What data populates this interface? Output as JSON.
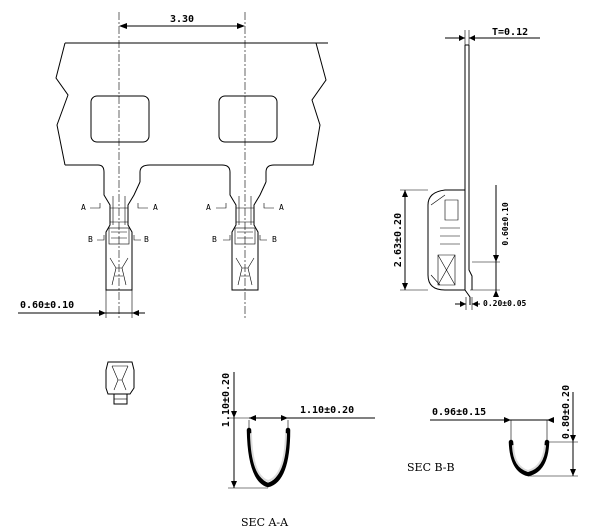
{
  "dimensions": {
    "pitch": "3.30",
    "thickness": "T=0.12",
    "tail_width": "0.60±0.10",
    "side_height": "2.63±0.20",
    "side_offset": "0.60±0.10",
    "side_foot": "0.20±0.05",
    "sec_aa_height": "1.10±0.20",
    "sec_aa_width": "1.10±0.20",
    "sec_bb_width": "0.96±0.15",
    "sec_bb_height": "0.80±0.20"
  },
  "section_marks": {
    "a": "A",
    "b": "B"
  },
  "captions": {
    "section_aa": "SEC A-A",
    "section_bb": "SEC B-B"
  }
}
